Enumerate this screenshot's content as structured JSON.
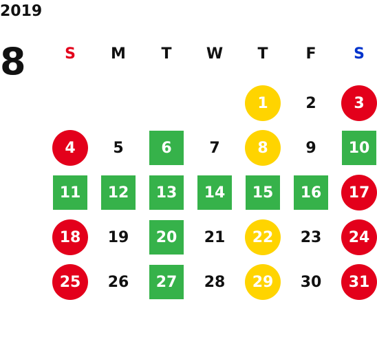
{
  "calendar": {
    "year": "2019",
    "month": "8",
    "weekdays": [
      {
        "label": "S",
        "color": "#e3001b"
      },
      {
        "label": "M",
        "color": "#111111"
      },
      {
        "label": "T",
        "color": "#111111"
      },
      {
        "label": "W",
        "color": "#111111"
      },
      {
        "label": "T",
        "color": "#111111"
      },
      {
        "label": "F",
        "color": "#111111"
      },
      {
        "label": "S",
        "color": "#0033cc"
      }
    ],
    "first_weekday_index": 4,
    "days": [
      {
        "day": "1",
        "style": "yellow"
      },
      {
        "day": "2",
        "style": "plain"
      },
      {
        "day": "3",
        "style": "red"
      },
      {
        "day": "4",
        "style": "red"
      },
      {
        "day": "5",
        "style": "plain"
      },
      {
        "day": "6",
        "style": "green"
      },
      {
        "day": "7",
        "style": "plain"
      },
      {
        "day": "8",
        "style": "yellow"
      },
      {
        "day": "9",
        "style": "plain"
      },
      {
        "day": "10",
        "style": "green"
      },
      {
        "day": "11",
        "style": "green"
      },
      {
        "day": "12",
        "style": "green"
      },
      {
        "day": "13",
        "style": "green"
      },
      {
        "day": "14",
        "style": "green"
      },
      {
        "day": "15",
        "style": "green"
      },
      {
        "day": "16",
        "style": "green"
      },
      {
        "day": "17",
        "style": "red"
      },
      {
        "day": "18",
        "style": "red"
      },
      {
        "day": "19",
        "style": "plain"
      },
      {
        "day": "20",
        "style": "green"
      },
      {
        "day": "21",
        "style": "plain"
      },
      {
        "day": "22",
        "style": "yellow"
      },
      {
        "day": "23",
        "style": "plain"
      },
      {
        "day": "24",
        "style": "red"
      },
      {
        "day": "25",
        "style": "red"
      },
      {
        "day": "26",
        "style": "plain"
      },
      {
        "day": "27",
        "style": "green"
      },
      {
        "day": "28",
        "style": "plain"
      },
      {
        "day": "29",
        "style": "yellow"
      },
      {
        "day": "30",
        "style": "plain"
      },
      {
        "day": "31",
        "style": "red"
      }
    ]
  },
  "colors": {
    "red": "#e3001b",
    "yellow": "#ffd400",
    "green": "#36b24a",
    "blue": "#0033cc"
  }
}
